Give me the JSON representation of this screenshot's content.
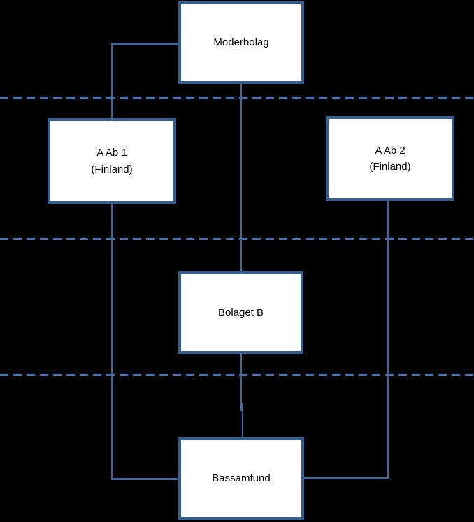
{
  "diagram": {
    "nodes": [
      {
        "id": "moderbolag",
        "lines": [
          "Moderbolag"
        ]
      },
      {
        "id": "a-ab-1",
        "lines": [
          "A Ab 1",
          "(Finland)"
        ]
      },
      {
        "id": "a-ab-2",
        "lines": [
          "A Ab 2",
          "(Finland)"
        ]
      },
      {
        "id": "bolaget-b",
        "lines": [
          "Bolaget B"
        ]
      },
      {
        "id": "bassamfund",
        "lines": [
          "Bassamfund"
        ]
      }
    ],
    "edges": [
      {
        "from": "moderbolag",
        "to": "a-ab-1",
        "style": "solid-elbow"
      },
      {
        "from": "moderbolag",
        "to": "bolaget-b",
        "style": "solid-straight"
      },
      {
        "from": "bolaget-b",
        "to": "bassamfund",
        "style": "solid-straight"
      },
      {
        "from": "a-ab-1",
        "to": "bassamfund",
        "style": "solid-elbow"
      },
      {
        "from": "a-ab-2",
        "to": "bassamfund",
        "style": "solid-elbow"
      }
    ],
    "boundary_lines": {
      "count": 3,
      "style": "dashed-horizontal"
    }
  },
  "colors": {
    "background": "#000000",
    "box_fill": "#ffffff",
    "box_border": "#365f91",
    "connector": "#3e689e",
    "dashed": "#4478b5",
    "text": "#000000"
  }
}
